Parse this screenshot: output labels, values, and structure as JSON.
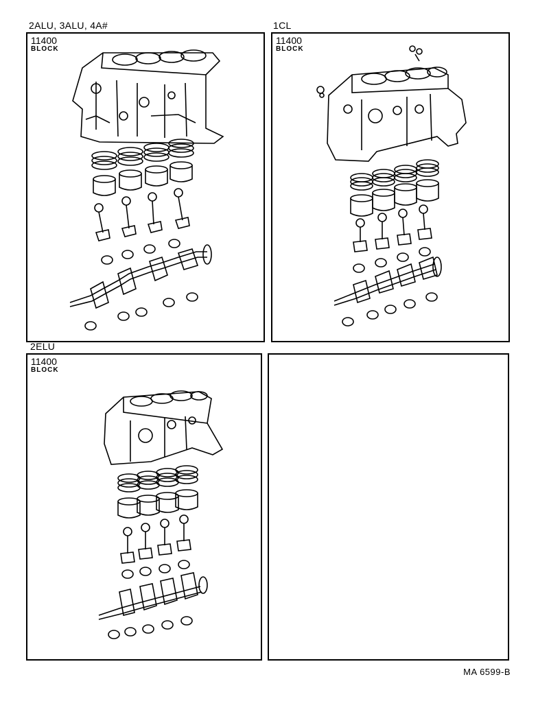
{
  "panels": [
    {
      "caption": "2ALU, 3ALU, 4A#",
      "code": "11400",
      "word": "BLOCK"
    },
    {
      "caption": "1CL",
      "code": "11400",
      "word": "BLOCK"
    },
    {
      "caption": "2ELU",
      "code": "11400",
      "word": "BLOCK"
    }
  ],
  "footer": "MA 6599-B"
}
